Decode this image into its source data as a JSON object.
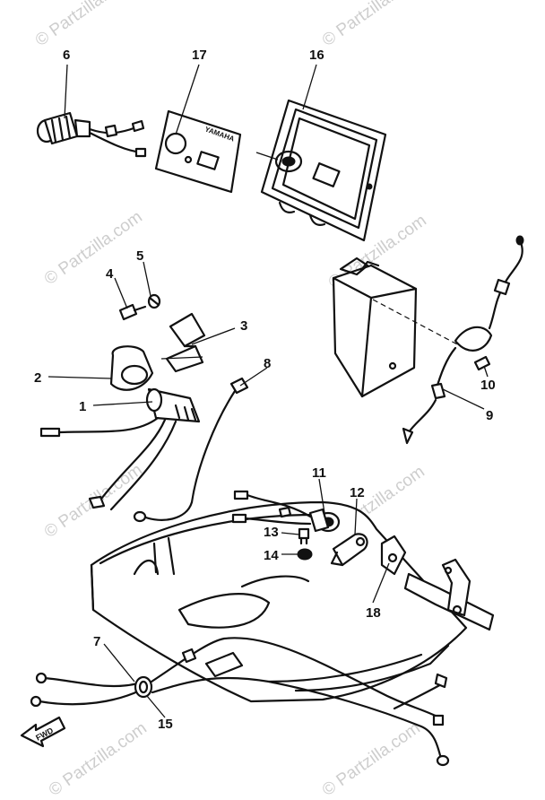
{
  "watermark": {
    "text": "© Partzilla.com"
  },
  "brand_label": "YAMAHA",
  "direction_label": "FWD",
  "callouts": [
    "1",
    "2",
    "3",
    "4",
    "5",
    "6",
    "7",
    "8",
    "9",
    "10",
    "11",
    "12",
    "13",
    "14",
    "15",
    "16",
    "17",
    "18"
  ]
}
